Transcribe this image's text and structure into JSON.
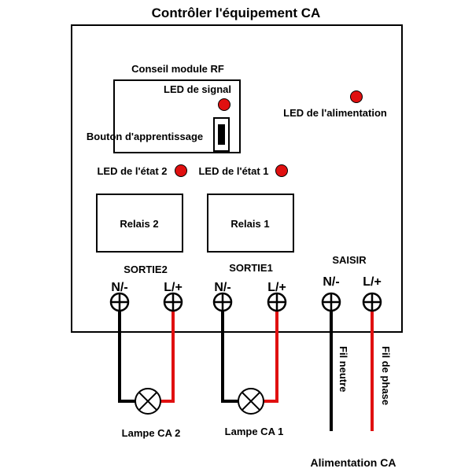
{
  "title": "Contrôler l'équipement CA",
  "rf_module": {
    "label": "Conseil module RF",
    "signal_led": "LED de signal",
    "learn_button": "Bouton d'apprentissage"
  },
  "power_led": "LED de l'alimentation",
  "status_leds": {
    "led2": "LED de l'état 2",
    "led1": "LED de l'état 1"
  },
  "relays": {
    "relay2": "Relais 2",
    "relay1": "Relais 1"
  },
  "outputs": {
    "out2": "SORTIE2",
    "out1": "SORTIE1",
    "input": "SAISIR"
  },
  "terminals": {
    "neg": "N/-",
    "pos": "L/+"
  },
  "wires": {
    "neutral": "Fil neutre",
    "phase": "Fil de phase"
  },
  "lamps": {
    "lamp2": "Lampe CA 2",
    "lamp1": "Lampe CA 1"
  },
  "power_supply": "Alimentation CA",
  "colors": {
    "led": "#e01010",
    "wire_phase": "#e01010",
    "wire_neutral": "#000000"
  }
}
